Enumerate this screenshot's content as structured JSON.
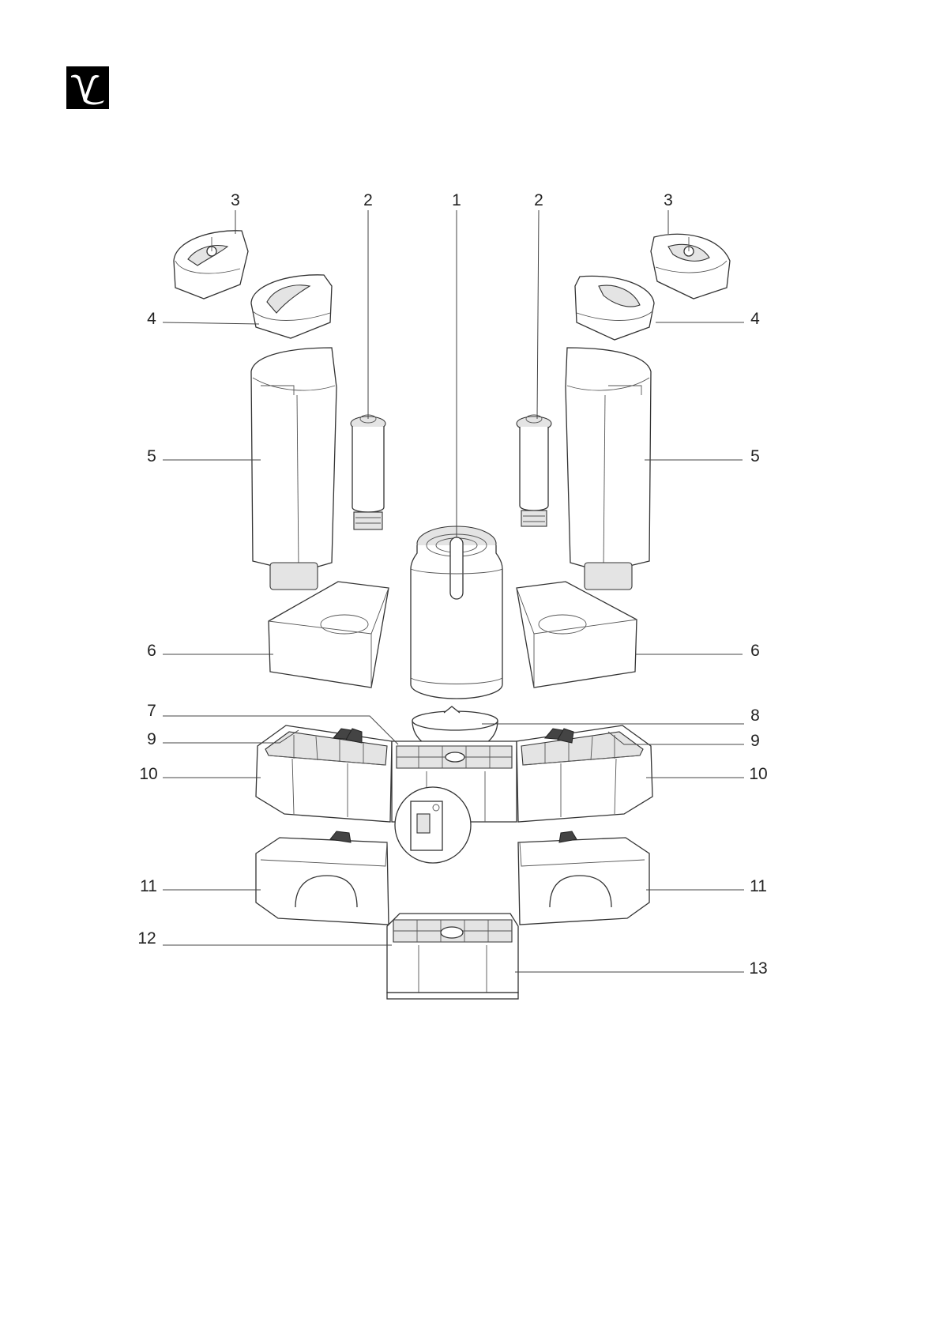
{
  "brand": {
    "logo_icon": "nespresso-n-logo-icon",
    "logo_bg": "#000000",
    "logo_fg": "#ffffff"
  },
  "diagram": {
    "callouts": [
      {
        "id": "c1",
        "label": "1"
      },
      {
        "id": "c2l",
        "label": "2"
      },
      {
        "id": "c2r",
        "label": "2"
      },
      {
        "id": "c3l",
        "label": "3"
      },
      {
        "id": "c3r",
        "label": "3"
      },
      {
        "id": "c4l",
        "label": "4"
      },
      {
        "id": "c4r",
        "label": "4"
      },
      {
        "id": "c5l",
        "label": "5"
      },
      {
        "id": "c5r",
        "label": "5"
      },
      {
        "id": "c6l",
        "label": "6"
      },
      {
        "id": "c6r",
        "label": "6"
      },
      {
        "id": "c7",
        "label": "7"
      },
      {
        "id": "c8",
        "label": "8"
      },
      {
        "id": "c9l",
        "label": "9"
      },
      {
        "id": "c9r",
        "label": "9"
      },
      {
        "id": "c10l",
        "label": "10"
      },
      {
        "id": "c10r",
        "label": "10"
      },
      {
        "id": "c11l",
        "label": "11"
      },
      {
        "id": "c11r",
        "label": "11"
      },
      {
        "id": "c12",
        "label": "12"
      },
      {
        "id": "c13",
        "label": "13"
      }
    ]
  }
}
